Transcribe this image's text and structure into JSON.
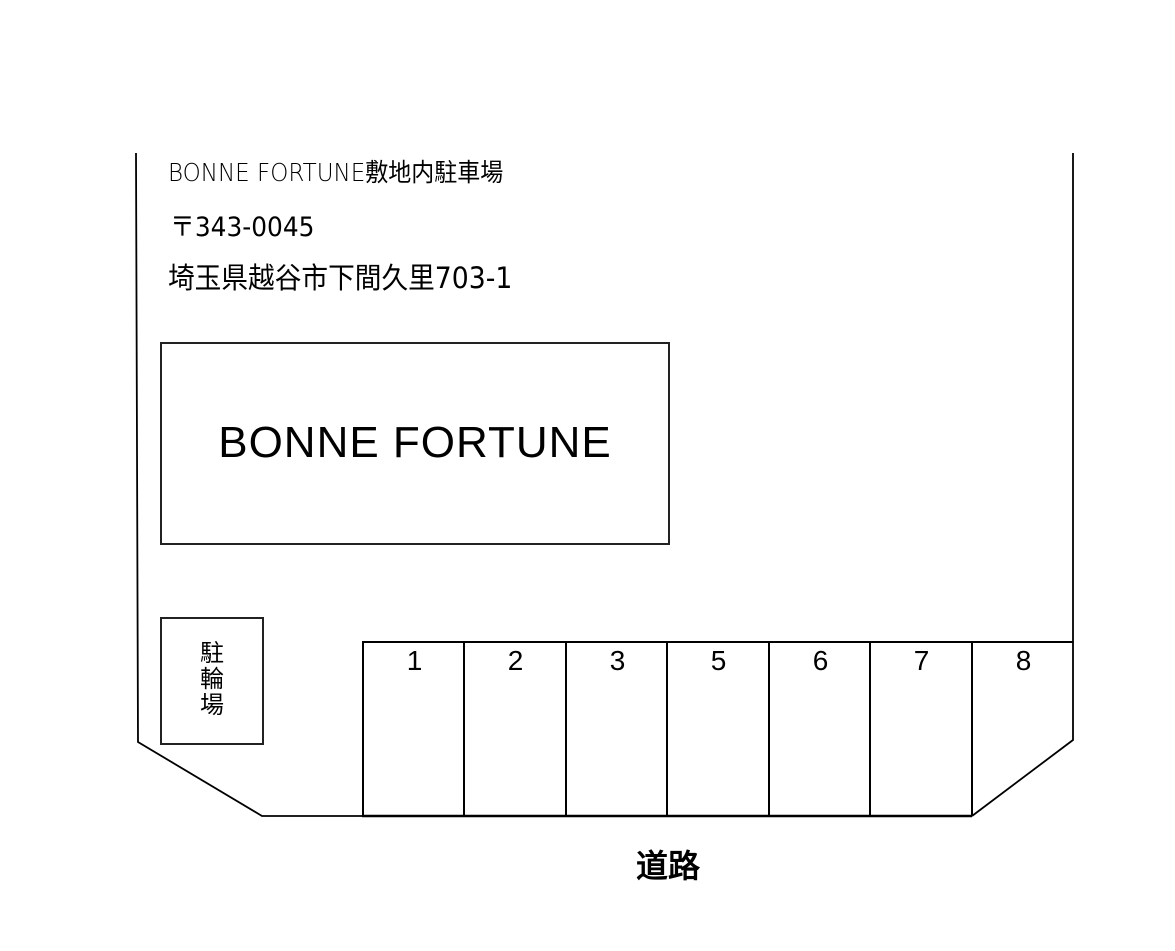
{
  "header": {
    "title": "BONNE FORTUNE敷地内駐車場",
    "postal_code": "〒343-0045",
    "address": "埼玉県越谷市下間久里703-1"
  },
  "building": {
    "label": "BONNE FORTUNE"
  },
  "bicycle_parking": {
    "chars": [
      "駐",
      "輪",
      "場"
    ]
  },
  "parking_stalls": [
    {
      "number": "1"
    },
    {
      "number": "2"
    },
    {
      "number": "3"
    },
    {
      "number": "5"
    },
    {
      "number": "6"
    },
    {
      "number": "7"
    },
    {
      "number": "8"
    }
  ],
  "road": {
    "label": "道路"
  },
  "colors": {
    "line": "#000000",
    "background": "#ffffff"
  }
}
